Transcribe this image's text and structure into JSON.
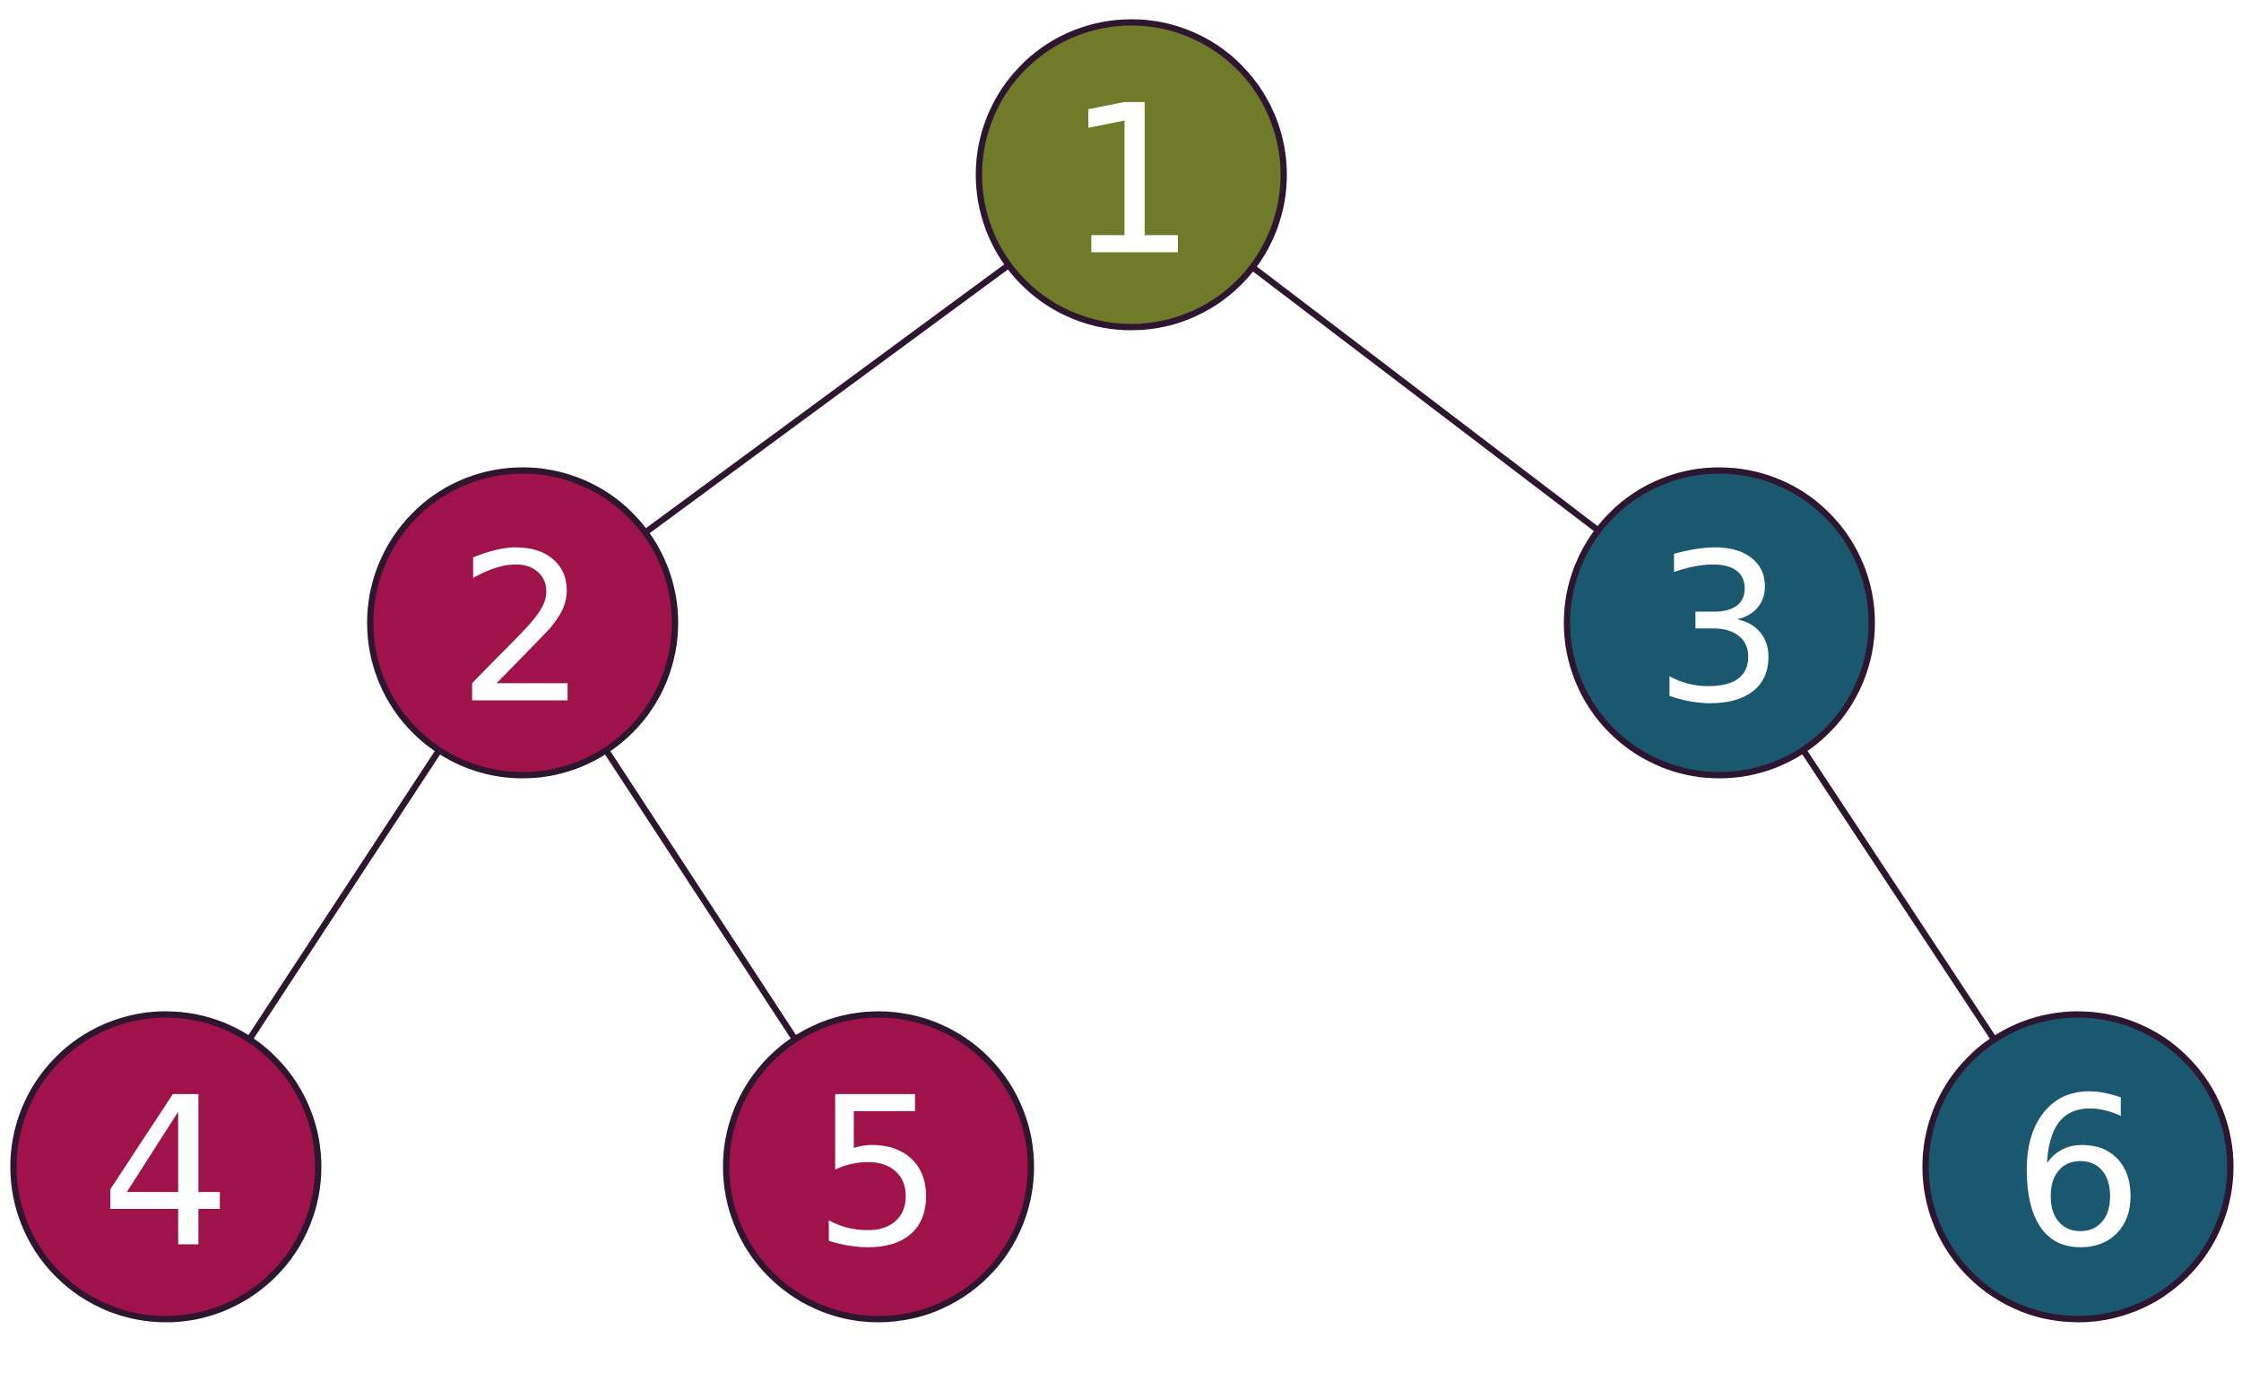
{
  "colors": {
    "root": "#6f7b29",
    "left_subtree": "#a0134a",
    "right_subtree": "#1a5870",
    "edge": "#2e1530",
    "label": "#ffffff"
  },
  "nodes": [
    {
      "id": "1",
      "label": "1",
      "group": "root"
    },
    {
      "id": "2",
      "label": "2",
      "group": "left_subtree"
    },
    {
      "id": "3",
      "label": "3",
      "group": "right_subtree"
    },
    {
      "id": "4",
      "label": "4",
      "group": "left_subtree"
    },
    {
      "id": "5",
      "label": "5",
      "group": "left_subtree"
    },
    {
      "id": "6",
      "label": "6",
      "group": "right_subtree"
    }
  ],
  "edges": [
    {
      "from": "1",
      "to": "2"
    },
    {
      "from": "1",
      "to": "3"
    },
    {
      "from": "2",
      "to": "4"
    },
    {
      "from": "2",
      "to": "5"
    },
    {
      "from": "3",
      "to": "6"
    }
  ]
}
